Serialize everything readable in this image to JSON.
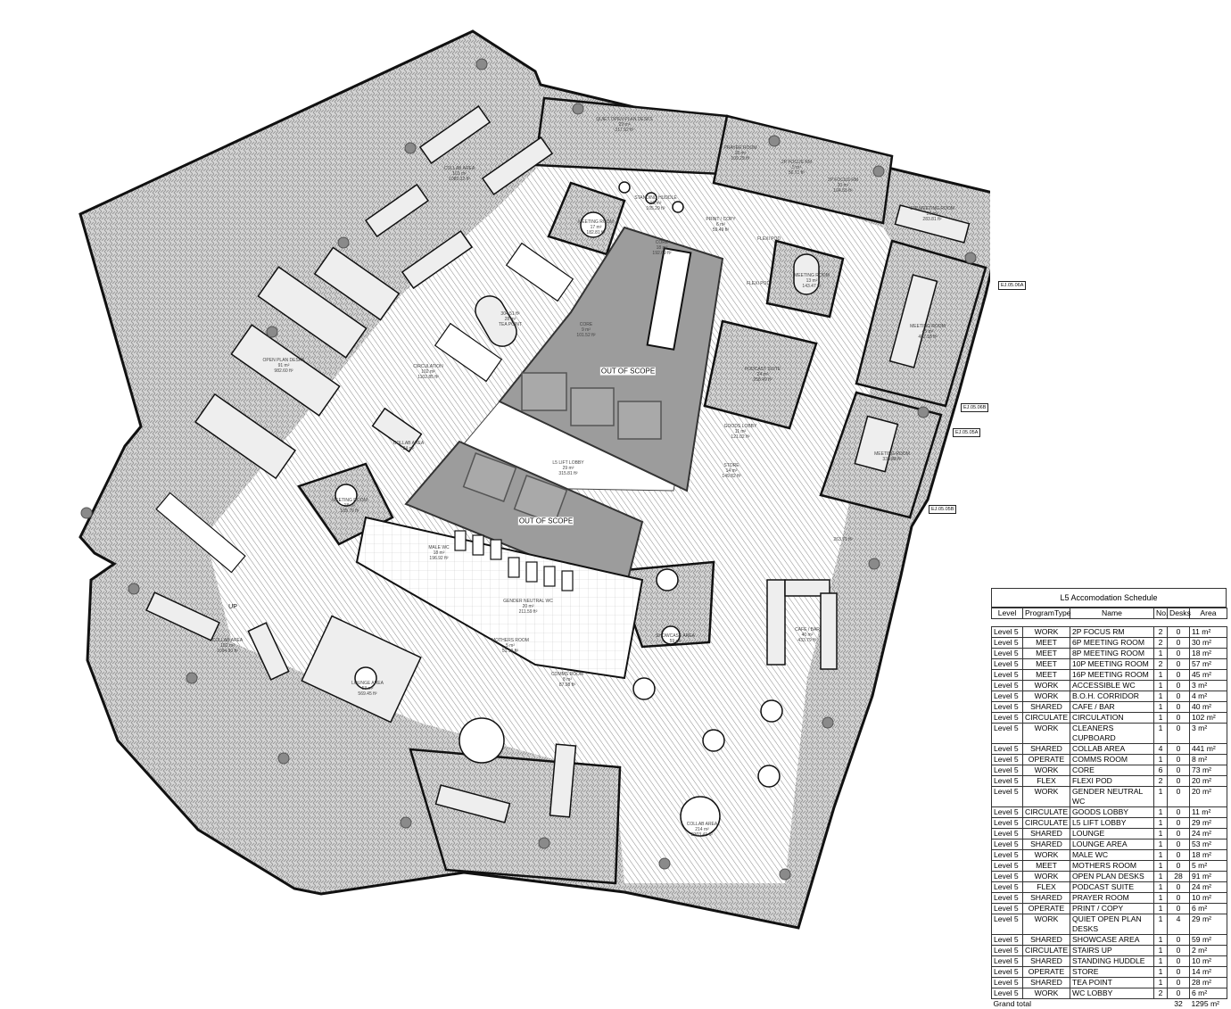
{
  "plan": {
    "colors": {
      "hatch_room": "#b9b9b9",
      "hatch_circ": "#9a9a9a",
      "core": "#9c9c9c",
      "column": "#8a8a8a"
    },
    "out_of_scope": "OUT OF SCOPE",
    "stairs_up": "UP",
    "tags": [
      "EJ.05.06A",
      "EJ.05.06B",
      "EJ.05.05A",
      "EJ.05.05B"
    ],
    "labels": {
      "quiet_open_plan": [
        "QUIET OPEN PLAN DESKS",
        "29 m²",
        "317.92 ft²"
      ],
      "prayer": [
        "PRAYER ROOM",
        "10 m²",
        "109.29 ft²"
      ],
      "focus1": [
        "2P FOCUS RM",
        "5 m²",
        "56.71 ft²"
      ],
      "focus2": [
        "2P FOCUS RM",
        "10 m²",
        "104.53 ft²"
      ],
      "meeting_10p": [
        "10P MEETING ROOM",
        "26 m²",
        "283.81 ft²"
      ],
      "meeting_17": [
        "MEETING ROOM",
        "17 m²",
        "182.81 ft²"
      ],
      "standing_huddle": [
        "STANDING HUDDLE",
        "10 m²",
        "105.29 ft²"
      ],
      "core_small": [
        "CORE",
        "18 m²",
        "192.69 ft²"
      ],
      "print_copy": [
        "PRINT / COPY",
        "6 m²",
        "59.49 ft²"
      ],
      "flexi_pod1": [
        "FLEXI POD"
      ],
      "flexi_pod2": [
        "FLEXI POD"
      ],
      "meeting_13": [
        "MEETING ROOM",
        "13 m²",
        "143.47 ft²"
      ],
      "meeting_45": [
        "MEETING ROOM",
        "45 m²",
        "482.18 ft²"
      ],
      "tea_point": [
        "304.51 ft²",
        "28 m²",
        "TEA POINT"
      ],
      "core": [
        "CORE",
        "9 m²",
        "101.52 ft²"
      ],
      "podcast": [
        "PODCAST SUITE",
        "24 m²",
        "258.49 ft²"
      ],
      "circulation": [
        "CIRCULATION",
        "102 m²",
        "1102.85 ft²"
      ],
      "open_plan": [
        "OPEN PLAN DESKS",
        "91 m²",
        "982.60 ft²"
      ],
      "collab_top": [
        "COLLAB AREA",
        "101 m²",
        "1085.32 ft²"
      ],
      "collab_small": [
        "COLLAB AREA",
        "24 m²"
      ],
      "goods_lobby": [
        "GOODS LOBBY",
        "11 m²",
        "121.02 ft²"
      ],
      "lift_lobby": [
        "L5 LIFT LOBBY",
        "29 m²",
        "315.81 ft²"
      ],
      "store": [
        "STORE",
        "14 m²",
        "149.82 ft²"
      ],
      "meeting_right": [
        "MEETING ROOM",
        "333.88 ft²"
      ],
      "meeting_18": [
        "MEETING ROOM",
        "18 m²",
        "189.70 ft²"
      ],
      "male_wc": [
        "MALE WC",
        "18 m²",
        "196.92 ft²"
      ],
      "gender_neutral": [
        "GENDER NEUTRAL WC",
        "20 m²",
        "211.59 ft²"
      ],
      "mothers": [
        "MOTHERS ROOM",
        "5 m²",
        "51.10 ft²"
      ],
      "comms": [
        "COMMS ROOM",
        "8 m²",
        "87.98 ft²"
      ],
      "lounge_area": [
        "LOUNGE AREA",
        "53 m²",
        "569.45 ft²"
      ],
      "collab_left": [
        "COLLAB AREA",
        "102 m²",
        "1094.90 ft²"
      ],
      "showcase": [
        "SHOWCASE AREA",
        "59 m²"
      ],
      "cafe": [
        "CAFE / BAR",
        "40 m²",
        "433.79 ft²"
      ],
      "lounge": [
        "263.71 ft²"
      ],
      "collab_bottom": [
        "COLLAB AREA",
        "214 m²",
        "2303.41 ft²"
      ]
    }
  },
  "schedule": {
    "title": "L5 Accomodation Schedule",
    "columns": [
      "Level",
      "ProgramType",
      "Name",
      "No.",
      "Desks",
      "Area"
    ],
    "rows": [
      [
        "Level 5",
        "WORK",
        "2P FOCUS RM",
        "2",
        "0",
        "11 m²"
      ],
      [
        "Level 5",
        "MEET",
        "6P MEETING ROOM",
        "2",
        "0",
        "30 m²"
      ],
      [
        "Level 5",
        "MEET",
        "8P MEETING ROOM",
        "1",
        "0",
        "18 m²"
      ],
      [
        "Level 5",
        "MEET",
        "10P MEETING ROOM",
        "2",
        "0",
        "57 m²"
      ],
      [
        "Level 5",
        "MEET",
        "16P MEETING ROOM",
        "1",
        "0",
        "45 m²"
      ],
      [
        "Level 5",
        "WORK",
        "ACCESSIBLE WC",
        "1",
        "0",
        "3 m²"
      ],
      [
        "Level 5",
        "WORK",
        "B.O.H. CORRIDOR",
        "1",
        "0",
        "4 m²"
      ],
      [
        "Level 5",
        "SHARED",
        "CAFE / BAR",
        "1",
        "0",
        "40 m²"
      ],
      [
        "Level 5",
        "CIRCULATE",
        "CIRCULATION",
        "1",
        "0",
        "102 m²"
      ],
      [
        "Level 5",
        "WORK",
        "CLEANERS CUPBOARD",
        "1",
        "0",
        "3 m²"
      ],
      [
        "Level 5",
        "SHARED",
        "COLLAB AREA",
        "4",
        "0",
        "441 m²"
      ],
      [
        "Level 5",
        "OPERATE",
        "COMMS ROOM",
        "1",
        "0",
        "8 m²"
      ],
      [
        "Level 5",
        "WORK",
        "CORE",
        "6",
        "0",
        "73 m²"
      ],
      [
        "Level 5",
        "FLEX",
        "FLEXI POD",
        "2",
        "0",
        "20 m²"
      ],
      [
        "Level 5",
        "WORK",
        "GENDER NEUTRAL WC",
        "1",
        "0",
        "20 m²"
      ],
      [
        "Level 5",
        "CIRCULATE",
        "GOODS LOBBY",
        "1",
        "0",
        "11 m²"
      ],
      [
        "Level 5",
        "CIRCULATE",
        "L5 LIFT LOBBY",
        "1",
        "0",
        "29 m²"
      ],
      [
        "Level 5",
        "SHARED",
        "LOUNGE",
        "1",
        "0",
        "24 m²"
      ],
      [
        "Level 5",
        "SHARED",
        "LOUNGE AREA",
        "1",
        "0",
        "53 m²"
      ],
      [
        "Level 5",
        "WORK",
        "MALE WC",
        "1",
        "0",
        "18 m²"
      ],
      [
        "Level 5",
        "MEET",
        "MOTHERS ROOM",
        "1",
        "0",
        "5 m²"
      ],
      [
        "Level 5",
        "WORK",
        "OPEN PLAN DESKS",
        "1",
        "28",
        "91 m²"
      ],
      [
        "Level 5",
        "FLEX",
        "PODCAST SUITE",
        "1",
        "0",
        "24 m²"
      ],
      [
        "Level 5",
        "SHARED",
        "PRAYER ROOM",
        "1",
        "0",
        "10 m²"
      ],
      [
        "Level 5",
        "OPERATE",
        "PRINT / COPY",
        "1",
        "0",
        "6 m²"
      ],
      [
        "Level 5",
        "WORK",
        "QUIET OPEN PLAN DESKS",
        "1",
        "4",
        "29 m²"
      ],
      [
        "Level 5",
        "SHARED",
        "SHOWCASE AREA",
        "1",
        "0",
        "59 m²"
      ],
      [
        "Level 5",
        "CIRCULATE",
        "STAIRS UP",
        "1",
        "0",
        "2 m²"
      ],
      [
        "Level 5",
        "SHARED",
        "STANDING HUDDLE",
        "1",
        "0",
        "10 m²"
      ],
      [
        "Level 5",
        "OPERATE",
        "STORE",
        "1",
        "0",
        "14 m²"
      ],
      [
        "Level 5",
        "SHARED",
        "TEA POINT",
        "1",
        "0",
        "28 m²"
      ],
      [
        "Level 5",
        "WORK",
        "WC LOBBY",
        "2",
        "0",
        "6 m²"
      ]
    ],
    "total": {
      "label": "Grand total",
      "desks": "32",
      "area": "1295 m²"
    }
  }
}
